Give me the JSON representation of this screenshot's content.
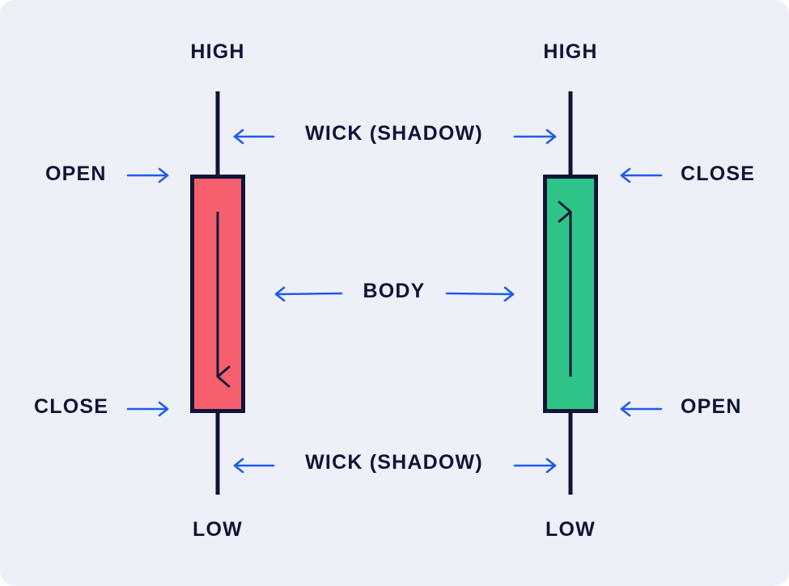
{
  "colors": {
    "background": "#eef0f8",
    "ink": "#0f1537",
    "arrow": "#1f5bea",
    "bearish_body": "#f55f6e",
    "bullish_body": "#2fc487"
  },
  "bearish": {
    "high": "HIGH",
    "open": "OPEN",
    "close": "CLOSE",
    "low": "LOW"
  },
  "bullish": {
    "high": "HIGH",
    "close": "CLOSE",
    "open": "OPEN",
    "low": "LOW"
  },
  "center": {
    "wick_top": "WICK (SHADOW)",
    "body": "BODY",
    "wick_bottom": "WICK (SHADOW)"
  }
}
